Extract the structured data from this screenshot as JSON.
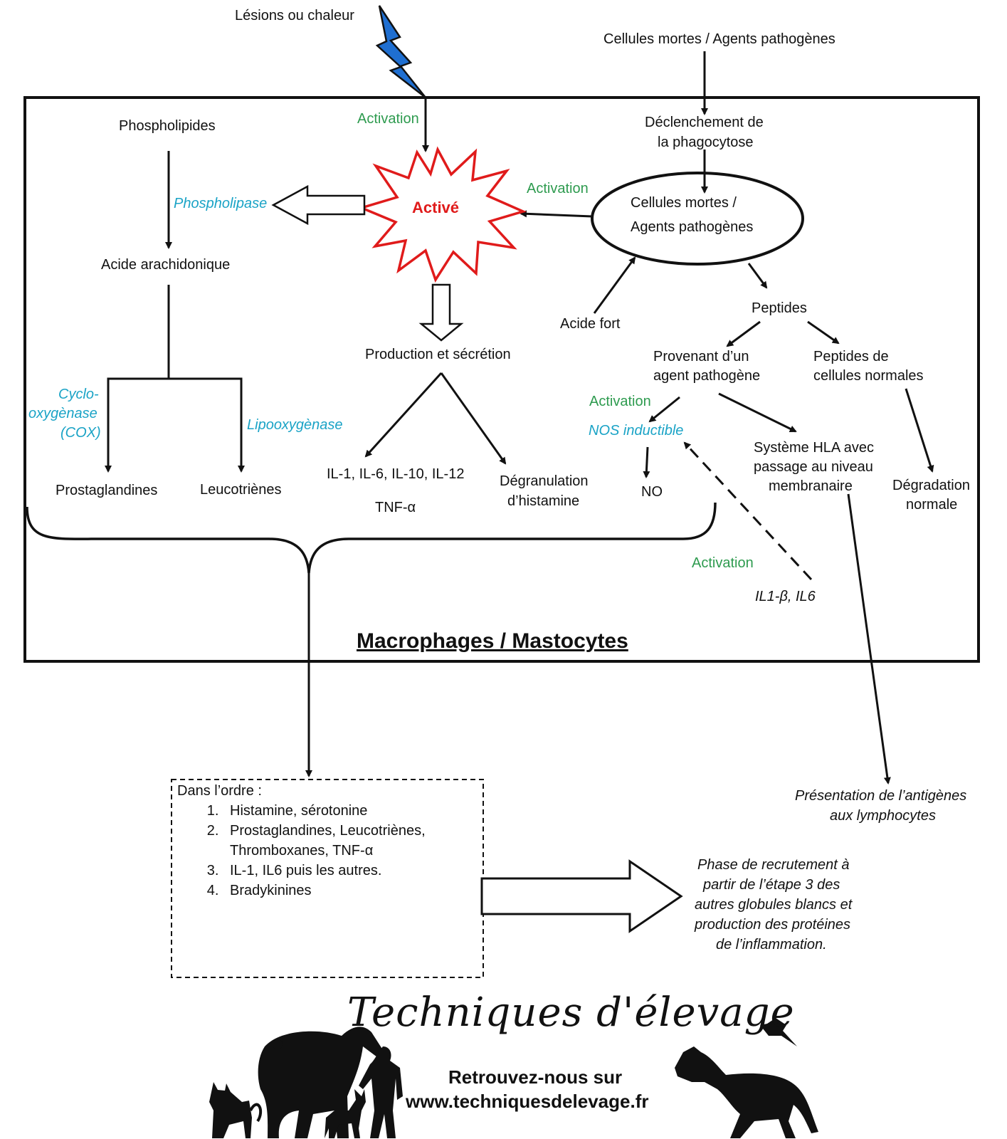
{
  "trigger": "Lésions ou chaleur",
  "top_right": "Cellules mortes / Agents pathogènes",
  "activation_label": "Activation",
  "phospholipides": "Phospholipides",
  "phospholipase": "Phospholipase",
  "acide_arachidonique": "Acide arachidonique",
  "cox": [
    "Cyclo-",
    "oxygènase",
    "(COX)"
  ],
  "lipooxygenase": "Lipooxygènase",
  "prostaglandines": "Prostaglandines",
  "leucotrienes": "Leucotriènes",
  "active": "Activé",
  "production": "Production et sécrétion",
  "interleukines": "IL-1, IL-6, IL-10, IL-12",
  "tnf": "TNF-α",
  "degranulation": [
    "Dégranulation",
    "d’histamine"
  ],
  "declenchement": [
    "Déclenchement de",
    "la phagocytose"
  ],
  "ellipse": [
    "Cellules mortes /",
    "Agents pathogènes"
  ],
  "acide_fort": "Acide fort",
  "peptides": "Peptides",
  "provenant": [
    "Provenant d’un",
    "agent pathogène"
  ],
  "peptides_normales": [
    "Peptides de",
    "cellules normales"
  ],
  "nos": "NOS inductible",
  "no": "NO",
  "hla": [
    "Système HLA avec",
    "passage au niveau",
    "membranaire"
  ],
  "degradation": [
    "Dégradation",
    "normale"
  ],
  "il1b": "IL1-β, IL6",
  "box_title": "Macrophages / Mastocytes",
  "order": {
    "heading": "Dans l’ordre :",
    "items": [
      "Histamine, sérotonine",
      "Prostaglandines, Leucotriènes, Thromboxanes, TNF-α",
      "IL-1, IL6 puis les autres.",
      "Bradykinines"
    ]
  },
  "presentation": [
    "Présentation de l’antigènes",
    "aux lymphocytes"
  ],
  "recrutement": [
    "Phase de recrutement à",
    "partir de l’étape 3 des",
    "autres globules blancs et",
    "production des protéines",
    "de l’inflammation."
  ],
  "logo": {
    "title": "Techniques d'élevage",
    "line1": "Retrouvez-nous sur",
    "line2": "www.techniquesdelevage.fr"
  },
  "colors": {
    "green": "#2e9b4f",
    "cyan": "#1aa3c6",
    "red": "#e01b1b",
    "lightning": "#1f6fd1"
  }
}
